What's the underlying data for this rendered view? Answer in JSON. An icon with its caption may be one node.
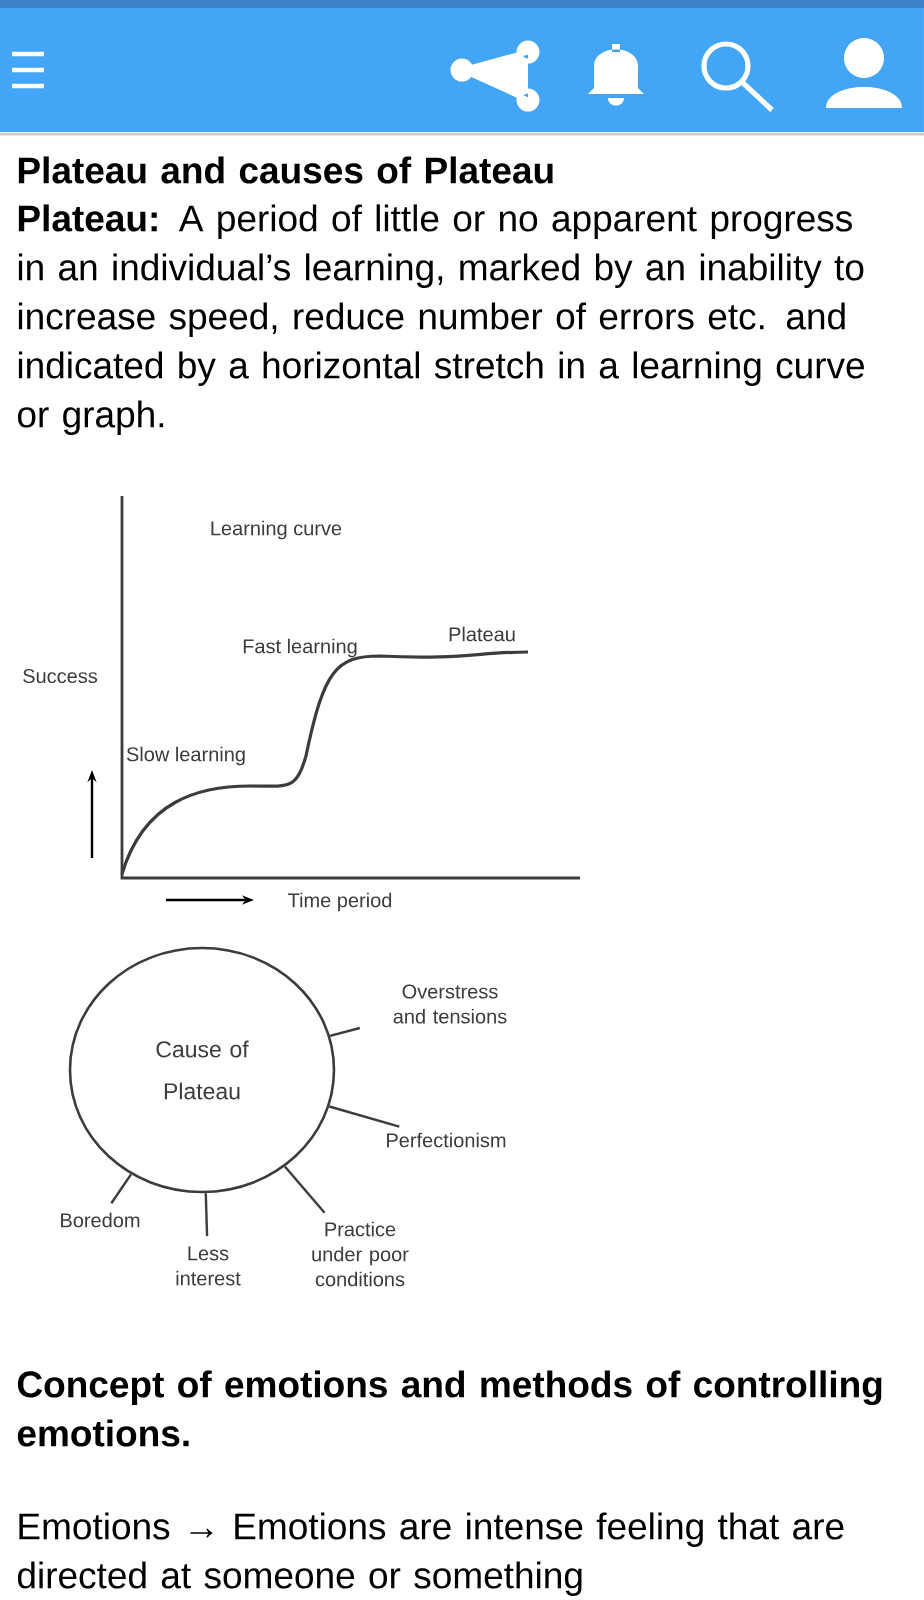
{
  "diagram": {
    "title": "Plateau and causes of Plateau",
    "nodes": [
      {
        "text": [
          "Cause of Plateau"
        ]
      },
      {
        "text": [
          "Overstress and tensions"
        ]
      },
      {
        "text": [
          "Perfectionism"
        ]
      },
      {
        "text": [
          "Boredom"
        ]
      },
      {
        "text": [
          "Less interest"
        ]
      },
      {
        "text": [
          "Practice under poor conditions"
        ]
      }
    ],
    "edges": [
      {
        "from": 0,
        "to": 1,
        "arrow": "none"
      },
      {
        "from": 0,
        "to": 2,
        "arrow": "none"
      },
      {
        "from": 0,
        "to": 3,
        "arrow": "none"
      },
      {
        "from": 0,
        "to": 4,
        "arrow": "none"
      },
      {
        "from": 0,
        "to": 5,
        "arrow": "none"
      }
    ],
    "labels": [
      "**Plateau:** A period of little or no apparent progress in an individual’s learning, marked by an inability to increase speed, reduce number of errors etc. and indicated by a horizontal stretch in a learning curve or graph.",
      "Learning curve",
      "Success",
      "Fast learning",
      "Plateau",
      "Slow learning",
      "Time period",
      "Concept of emotions and methods of controlling emotions.",
      "Emotions → Emotions are intense feeling that are directed at someone or something"
    ]
  }
}
